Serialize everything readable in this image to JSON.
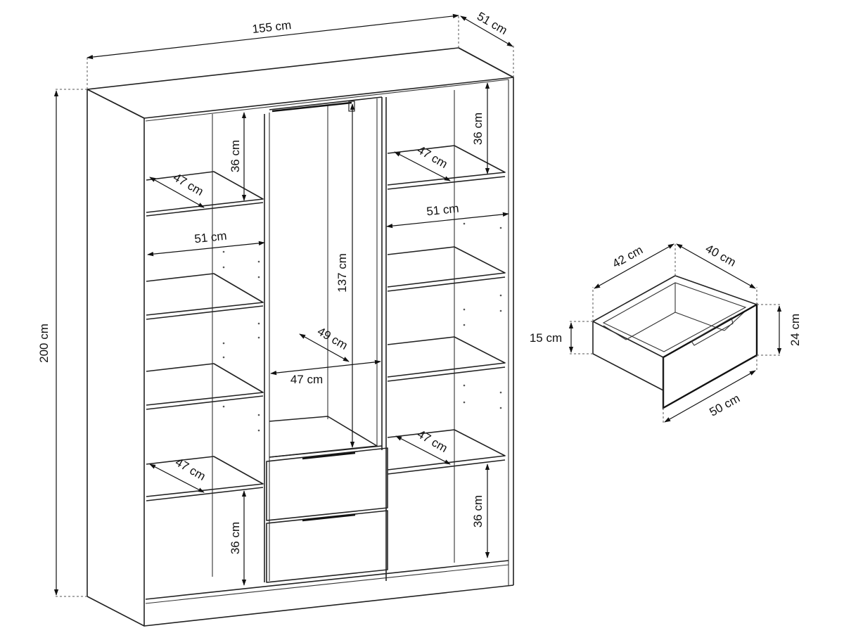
{
  "wardrobe": {
    "width": "155 cm",
    "depth": "51 cm",
    "height": "200 cm",
    "left_shelf_top_height": "36 cm",
    "left_shelf_top_depth": "47 cm",
    "left_inner_width": "51 cm",
    "left_shelf_low_depth": "47 cm",
    "left_bottom_height": "36 cm",
    "middle_height": "137 cm",
    "middle_depth": "49 cm",
    "middle_width": "47 cm",
    "right_top_height": "36 cm",
    "right_shelf_top_depth": "47 cm",
    "right_inner_width": "51 cm",
    "right_shelf_low_depth": "47 cm",
    "right_bottom_height": "36 cm"
  },
  "drawer": {
    "width": "42 cm",
    "depth": "40 cm",
    "inner_height": "15 cm",
    "front_height": "24 cm",
    "front_width": "50 cm"
  }
}
